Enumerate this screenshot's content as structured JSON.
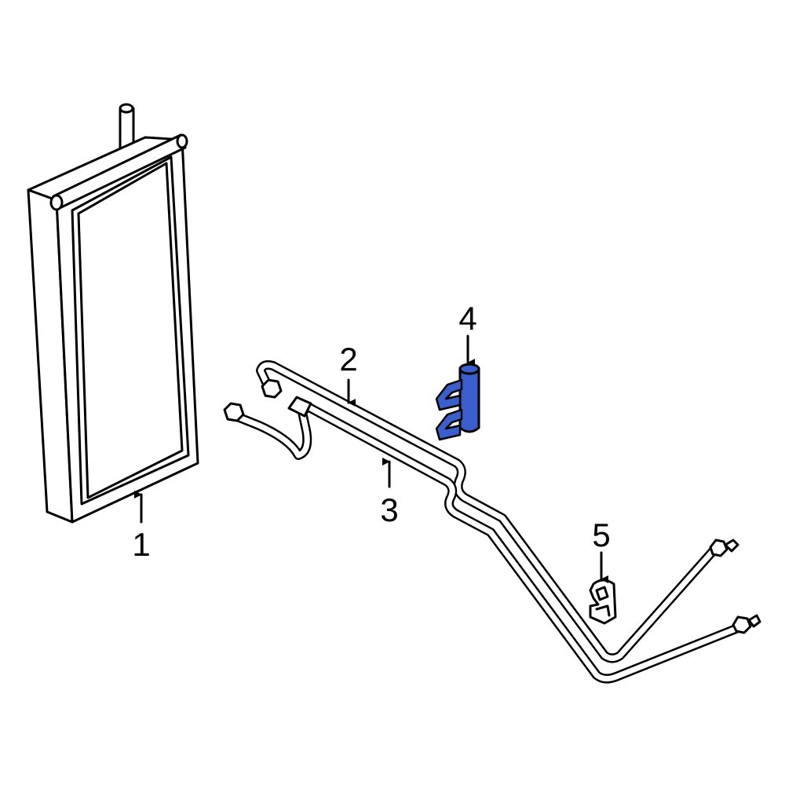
{
  "diagram": {
    "subject": "Transmission oil cooler assembly with cooler lines and clips",
    "accent_color": "#3a5fcd",
    "callouts": [
      {
        "id": "1",
        "label": "1",
        "part": "oil-cooler"
      },
      {
        "id": "2",
        "label": "2",
        "part": "cooler-line-upper"
      },
      {
        "id": "3",
        "label": "3",
        "part": "cooler-line-lower"
      },
      {
        "id": "4",
        "label": "4",
        "part": "line-bracket-clip",
        "highlighted": true
      },
      {
        "id": "5",
        "label": "5",
        "part": "line-clip"
      }
    ]
  }
}
